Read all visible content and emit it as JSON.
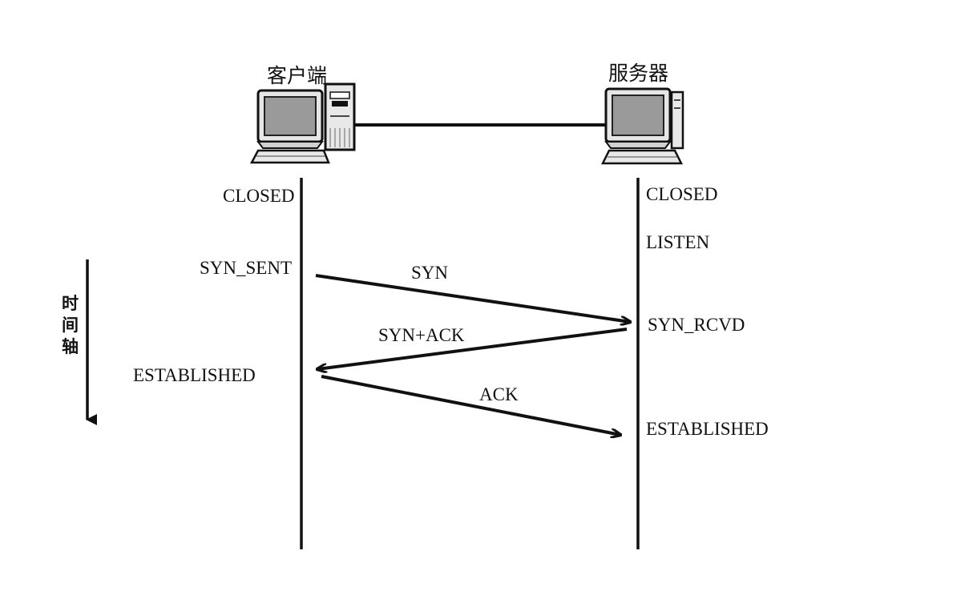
{
  "client": {
    "title": "客户端",
    "states": {
      "closed": "CLOSED",
      "syn_sent": "SYN_SENT",
      "established": "ESTABLISHED"
    }
  },
  "server": {
    "title": "服务器",
    "states": {
      "closed": "CLOSED",
      "listen": "LISTEN",
      "syn_rcvd": "SYN_RCVD",
      "established": "ESTABLISHED"
    }
  },
  "messages": {
    "syn": "SYN",
    "syn_ack": "SYN+ACK",
    "ack": "ACK"
  },
  "timeline": {
    "chars": [
      "时",
      "间",
      "轴"
    ]
  },
  "colors": {
    "line": "#111111",
    "monitor_screen": "#9a9a9a",
    "device_body": "#e8e8e8"
  }
}
